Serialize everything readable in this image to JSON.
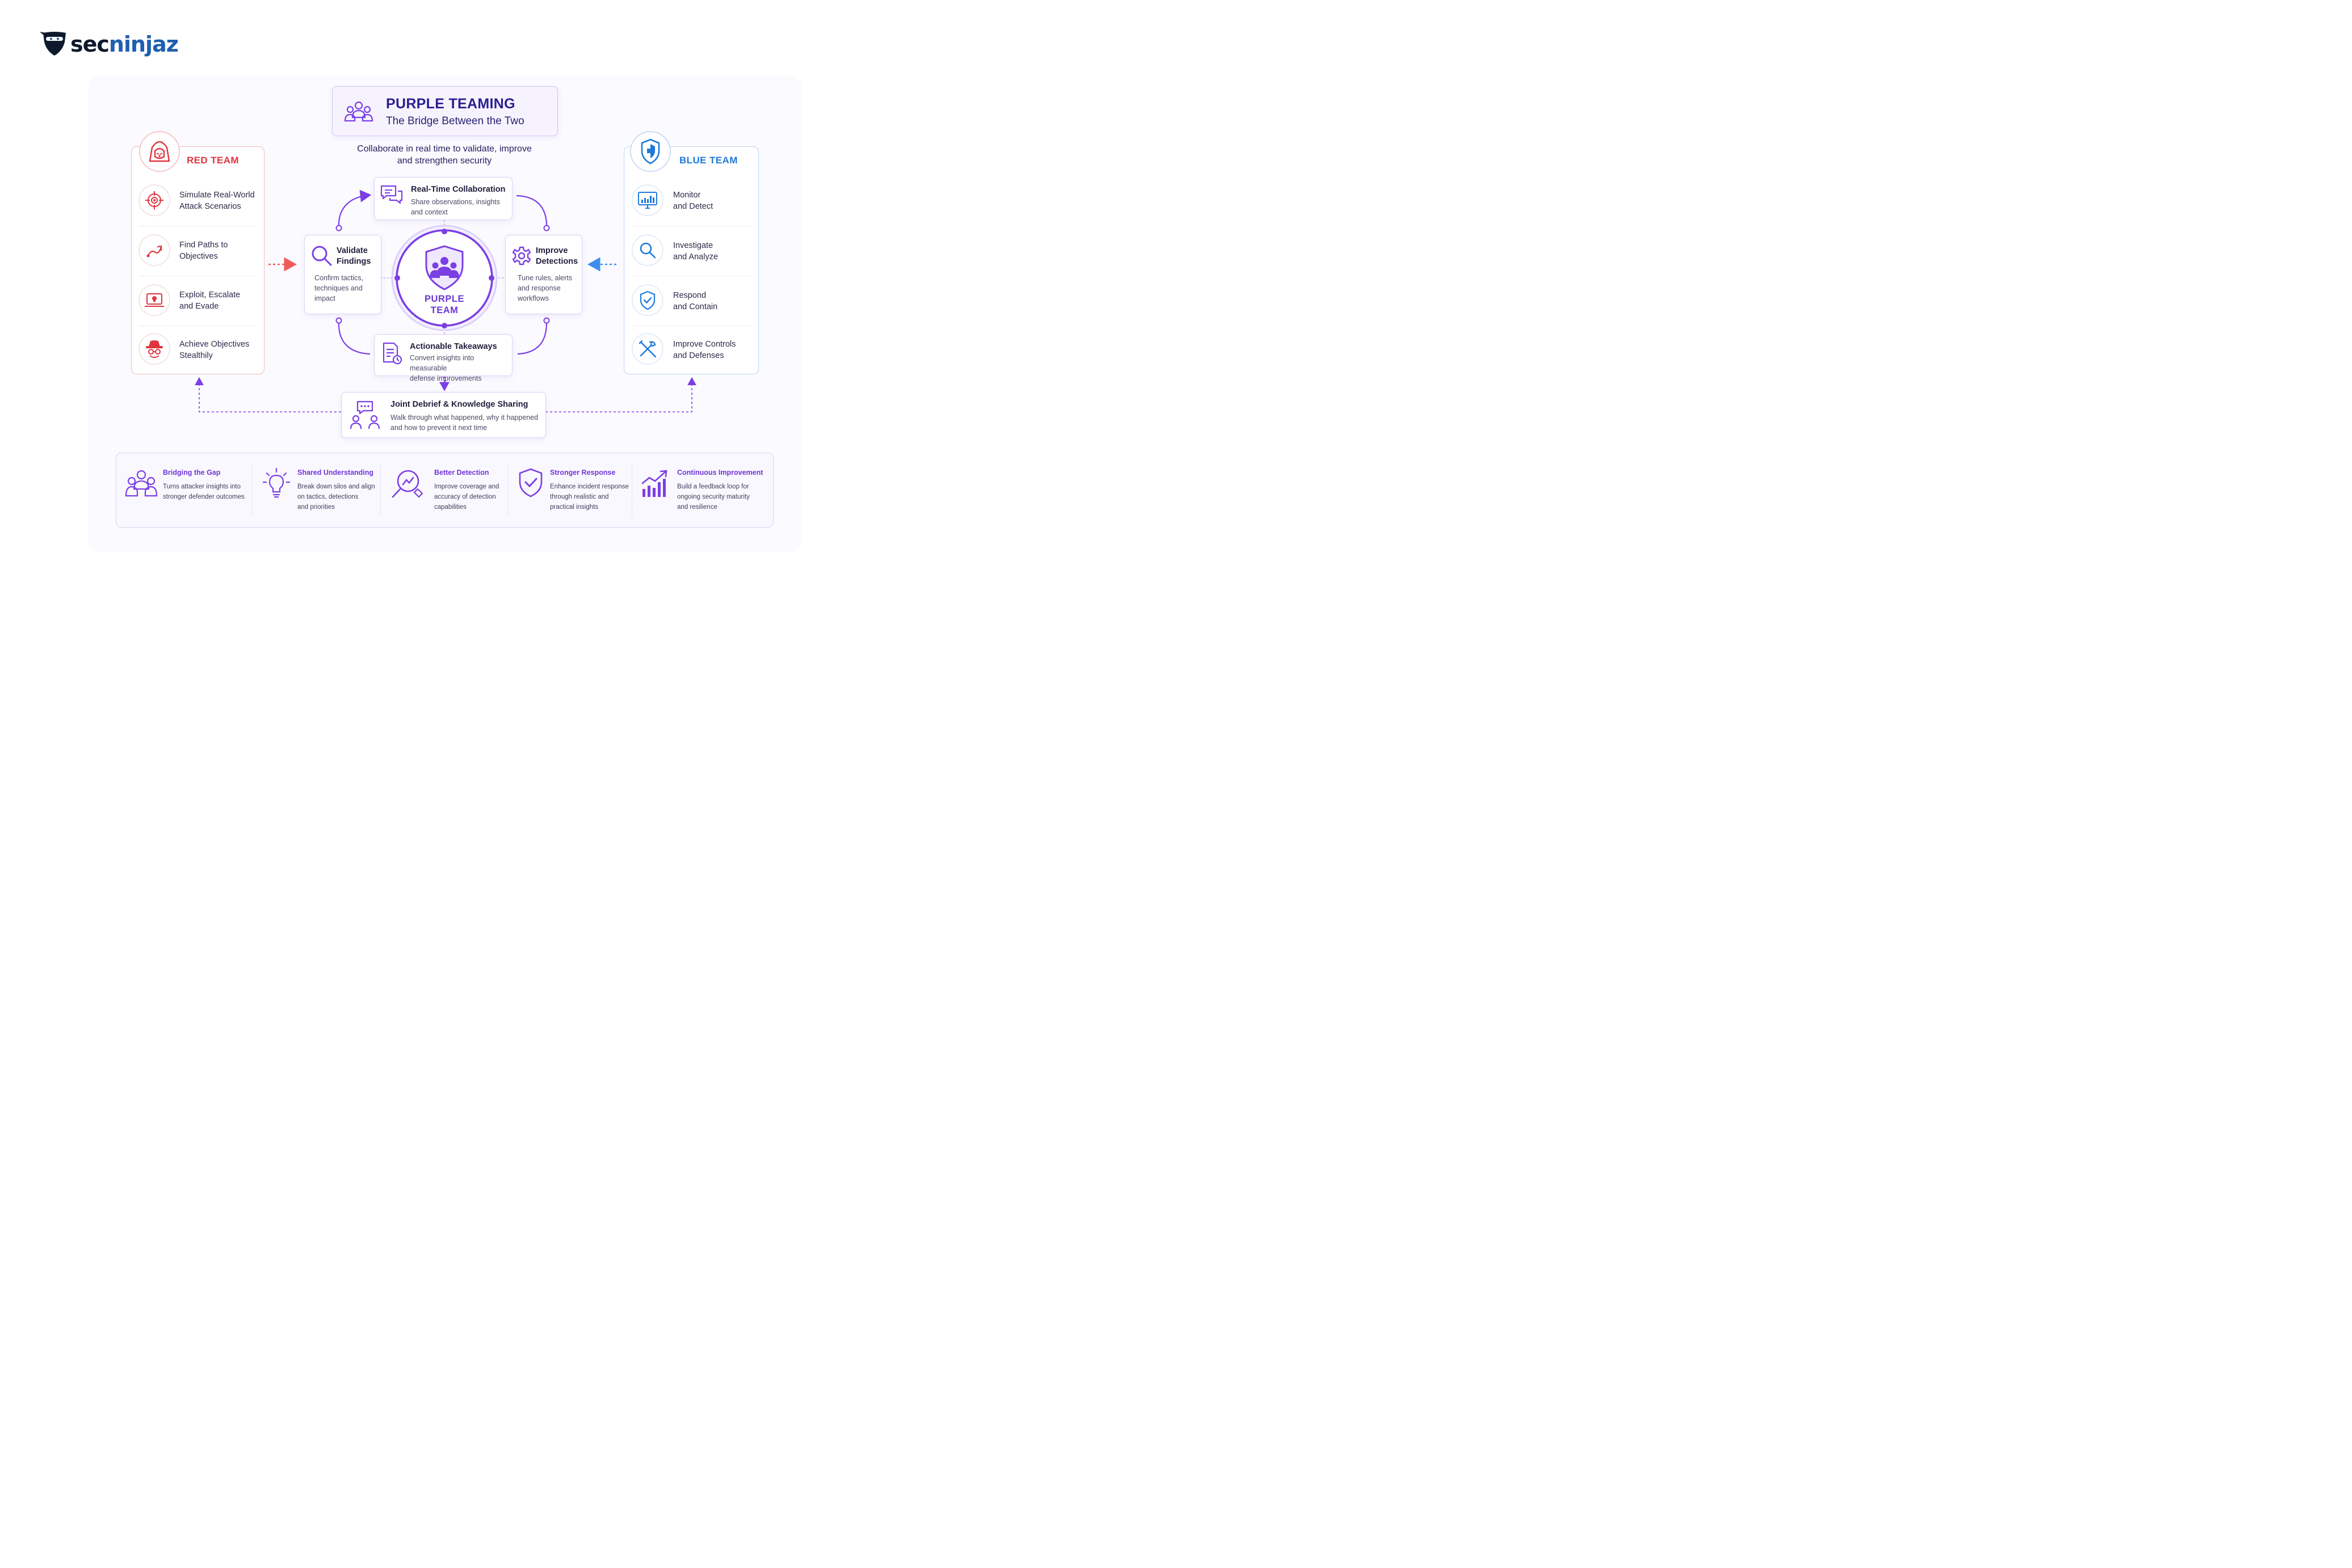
{
  "brand": {
    "logo_text_dark": "sec",
    "logo_text_blue": "ninjaz"
  },
  "header": {
    "title": "PURPLE TEAMING",
    "subtitle": "The Bridge Between the Two",
    "tagline_line1": "Collaborate in real time to validate, improve",
    "tagline_line2": "and strengthen security"
  },
  "red_team": {
    "title": "RED TEAM",
    "color": "#e0353f",
    "items": [
      {
        "icon": "crosshair-target-icon",
        "line1": "Simulate Real-World",
        "line2": "Attack Scenarios"
      },
      {
        "icon": "path-arrow-icon",
        "line1": "Find Paths to",
        "line2": "Objectives"
      },
      {
        "icon": "laptop-skull-icon",
        "line1": "Exploit, Escalate",
        "line2": "and Evade"
      },
      {
        "icon": "spy-hat-icon",
        "line1": "Achieve Objectives",
        "line2": "Stealthily"
      }
    ]
  },
  "blue_team": {
    "title": "BLUE TEAM",
    "color": "#1f7ad8",
    "items": [
      {
        "icon": "monitor-chart-icon",
        "line1": "Monitor",
        "line2": "and Detect"
      },
      {
        "icon": "magnifier-icon",
        "line1": "Investigate",
        "line2": "and Analyze"
      },
      {
        "icon": "shield-check-icon",
        "line1": "Respond",
        "line2": "and Contain"
      },
      {
        "icon": "tools-icon",
        "line1": "Improve Controls",
        "line2": "and Defenses"
      }
    ]
  },
  "center": {
    "label_line1": "PURPLE",
    "label_line2": "TEAM",
    "accent": "#7b3fe4",
    "nodes": {
      "collaboration": {
        "title": "Real-Time Collaboration",
        "desc1": "Share observations, insights",
        "desc2": "and context"
      },
      "validate": {
        "title1": "Validate",
        "title2": "Findings",
        "desc1": "Confirm tactics,",
        "desc2": "techniques and",
        "desc3": "impact"
      },
      "improve": {
        "title1": "Improve",
        "title2": "Detections",
        "desc1": "Tune rules, alerts",
        "desc2": "and response",
        "desc3": "workflows"
      },
      "takeaways": {
        "title": "Actionable Takeaways",
        "desc1": "Convert insights into measurable",
        "desc2": "defense improvements"
      }
    }
  },
  "debrief": {
    "title": "Joint Debrief & Knowledge Sharing",
    "desc1": "Walk through what happened, why it happened",
    "desc2": "and how to prevent it next time"
  },
  "benefits": [
    {
      "icon": "people-group-icon",
      "title": "Bridging the Gap",
      "lines": [
        "Turns attacker insights into",
        "stronger defender outcomes"
      ]
    },
    {
      "icon": "lightbulb-icon",
      "title": "Shared Understanding",
      "lines": [
        "Break down silos and align",
        "on tactics, detections",
        "and priorities"
      ]
    },
    {
      "icon": "search-chart-icon",
      "title": "Better Detection",
      "lines": [
        "Improve coverage and",
        "accuracy of detection",
        "capabilities"
      ]
    },
    {
      "icon": "shield-check-icon",
      "title": "Stronger Response",
      "lines": [
        "Enhance incident response",
        "through realistic and",
        "practical insights"
      ]
    },
    {
      "icon": "growth-chart-icon",
      "title": "Continuous Improvement",
      "lines": [
        "Build a feedback loop for",
        "ongoing security maturity",
        "and resilience"
      ]
    }
  ]
}
